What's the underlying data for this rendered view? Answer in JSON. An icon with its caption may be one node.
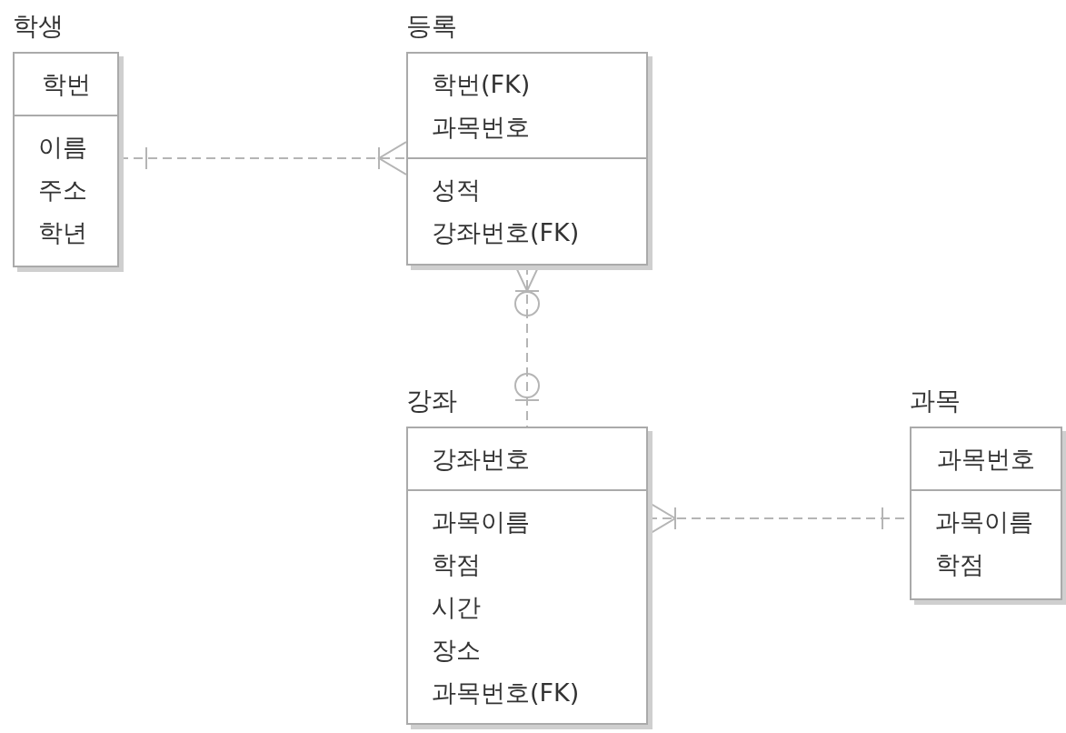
{
  "diagram": {
    "nodes": [
      {
        "text": [
          "학생"
        ]
      },
      {
        "text": [
          "학번"
        ],
        "in": 0
      },
      {
        "text": [
          "이름",
          "주소",
          "학년"
        ],
        "in": 0
      },
      {
        "text": [
          "등록"
        ]
      },
      {
        "text": [
          "학번(FK)",
          "과목번호"
        ],
        "in": 3
      },
      {
        "text": [
          "성적",
          "강좌번호(FK)"
        ],
        "in": 3
      },
      {
        "text": [
          "강좌"
        ]
      },
      {
        "text": [
          "강좌번호"
        ],
        "in": 6
      },
      {
        "text": [
          "과목이름",
          "학점",
          "시간",
          "장소",
          "과목번호(FK)"
        ],
        "in": 6
      },
      {
        "text": [
          "과목"
        ]
      },
      {
        "text": [
          "과목번호"
        ],
        "in": 9
      },
      {
        "text": [
          "과목이름",
          "학점"
        ],
        "in": 9
      }
    ],
    "edges": [
      {
        "from": 0,
        "to": 3,
        "arrow": "other",
        "style": "dashed"
      },
      {
        "from": 3,
        "to": 6,
        "arrow": "other",
        "style": "dashed"
      },
      {
        "from": 6,
        "to": 9,
        "arrow": "other",
        "style": "dashed"
      }
    ]
  }
}
